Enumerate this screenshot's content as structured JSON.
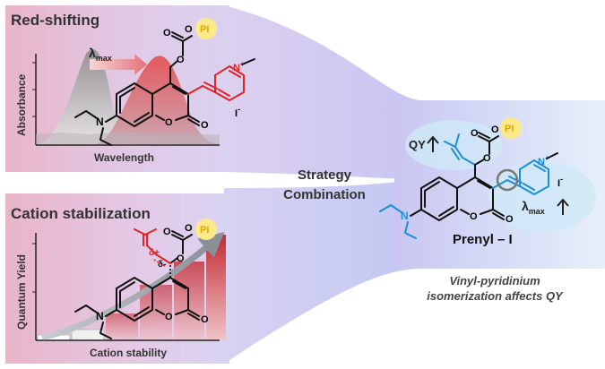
{
  "colors": {
    "red": "#e32127",
    "blue": "#1a8fd6",
    "pi_fill": "#fde98a",
    "pi_text": "#e0a400",
    "heading": "#333333"
  },
  "panel_top": {
    "title": "Red-shifting",
    "ylabel": "Absorbance",
    "xlabel": "Wavelength",
    "lambda": "λ",
    "lambda_sub": "max",
    "pi": "PI",
    "atoms": {
      "o1": "O",
      "o2": "O",
      "o3": "O",
      "o4": "O",
      "o5": "O",
      "n": "N",
      "npy": "N",
      "plus": "+",
      "iodide": "I",
      "minus": "-"
    }
  },
  "panel_bottom": {
    "title": "Cation stabilization",
    "ylabel": "Quantum Yield",
    "xlabel": "Cation stability",
    "pi": "PI",
    "delta_plus": "δ+",
    "delta_minus": "δ-",
    "atoms": {
      "o1": "O",
      "o2": "O",
      "o3": "O",
      "o4": "O",
      "o5": "O",
      "n": "N"
    }
  },
  "middle": {
    "line1": "Strategy",
    "line2": "Combination"
  },
  "right": {
    "qy": "QY",
    "pi": "PI",
    "lambda": "λ",
    "lambda_sub": "max",
    "name": "Prenyl – I",
    "note_line1": "Vinyl-pyridinium",
    "note_line2": "isomerization affects QY",
    "atoms": {
      "o1": "O",
      "o2": "O",
      "o3": "O",
      "o4": "O",
      "o5": "O",
      "n": "N",
      "npy": "N",
      "plus": "+",
      "iodide": "I",
      "minus": "-"
    }
  },
  "icons": {
    "arrow_up": "arrow-up-icon",
    "isomer_circle": "circle-highlight-icon",
    "trend_arrow": "trend-arrow-icon"
  }
}
